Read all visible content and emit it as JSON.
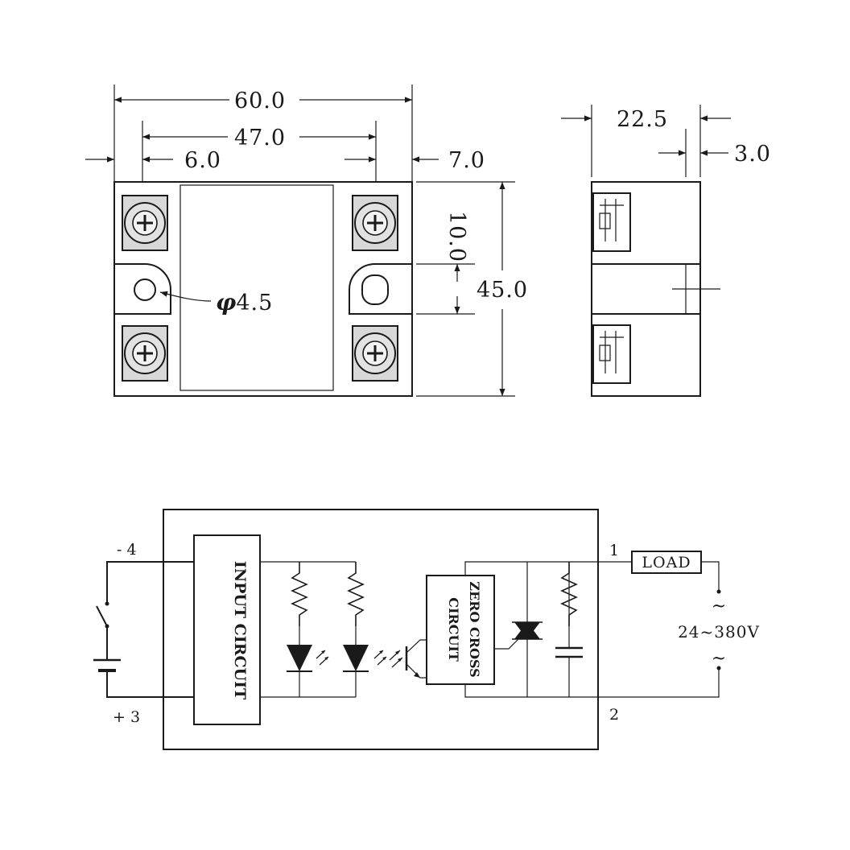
{
  "dimensions": {
    "width_overall": "60.0",
    "hole_spacing": "47.0",
    "left_offset": "6.0",
    "right_offset": "7.0",
    "slot_height": "10.0",
    "height_overall": "45.0",
    "hole_diameter_symbol": "φ",
    "hole_diameter": "4.5",
    "side_depth": "22.5",
    "side_flange": "3.0"
  },
  "schematic": {
    "terminal_neg": "- 4",
    "terminal_pos": "+ 3",
    "terminal_1": "1",
    "terminal_2": "2",
    "input_block": "INPUT CIRCUIT",
    "zero_cross_line1": "ZERO CROSS",
    "zero_cross_line2": "CIRCUIT",
    "load_label": "LOAD",
    "ac_symbol": "~",
    "voltage_range": "24~380V"
  }
}
